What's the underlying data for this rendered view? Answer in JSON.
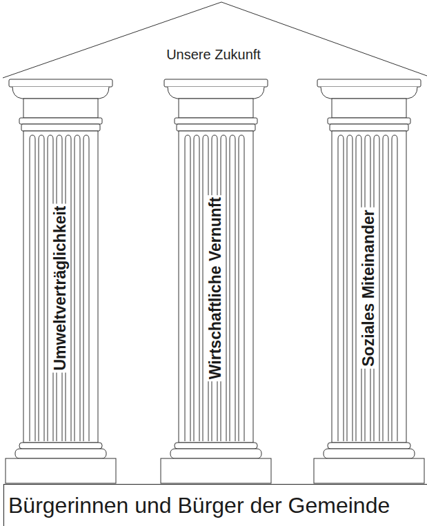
{
  "diagram": {
    "nodes": [
      {
        "text": [
          "Unsere Zukunft"
        ]
      },
      {
        "text": [
          "Umweltverträglichkeit"
        ]
      },
      {
        "text": [
          "Wirtschaftliche Vernunft"
        ]
      },
      {
        "text": [
          "Soziales Miteinander"
        ]
      },
      {
        "text": [
          "Bürgerinnen und Bürger der Gemeinde"
        ]
      }
    ]
  }
}
